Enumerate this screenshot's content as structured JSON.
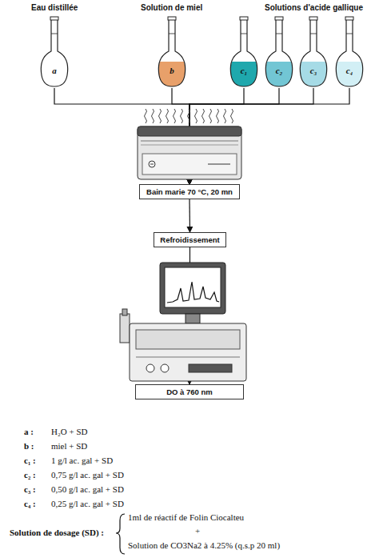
{
  "diagram": {
    "nodes": [
      {
        "text": [
          "a"
        ]
      },
      {
        "text": [
          "b"
        ]
      },
      {
        "text": [
          "c₁"
        ]
      },
      {
        "text": [
          "c₂"
        ]
      },
      {
        "text": [
          "c₃"
        ]
      },
      {
        "text": [
          "c₄"
        ]
      },
      {
        "text": [
          "Bain marie 70 °C, 20 mn"
        ]
      },
      {
        "text": [
          "Refroidissement"
        ]
      },
      {
        "text": [
          "DO à 760 nm"
        ]
      }
    ],
    "edges": [
      {
        "from": 0,
        "to": 6,
        "arrow": "to"
      },
      {
        "from": 1,
        "to": 6,
        "arrow": "to"
      },
      {
        "from": 2,
        "to": 6,
        "arrow": "to"
      },
      {
        "from": 3,
        "to": 6,
        "arrow": "to"
      },
      {
        "from": 4,
        "to": 6,
        "arrow": "to"
      },
      {
        "from": 5,
        "to": 6,
        "arrow": "to"
      },
      {
        "from": 6,
        "to": 7,
        "arrow": "to"
      },
      {
        "from": 7,
        "to": 8,
        "arrow": "to"
      }
    ],
    "labels": [
      "Eau distillée",
      "Solution de miel",
      "Solutions d'acide gallique",
      "a :",
      "H₂O + SD",
      "b :",
      "miel + SD",
      "c₁ :",
      "1 g/l ac. gal + SD",
      "c₂ :",
      "0,75 g/l ac. gal + SD",
      "c₃ :",
      "0,50 g/l ac. gal + SD",
      "c₄ :",
      "0,25 g/l ac. gal + SD",
      "Solution de dosage (SD) :",
      "1ml de réactif de Folin Ciocalteu",
      "+",
      "Solution de CO3Na2 à 4.25% (q.s.p 20 ml)"
    ]
  }
}
